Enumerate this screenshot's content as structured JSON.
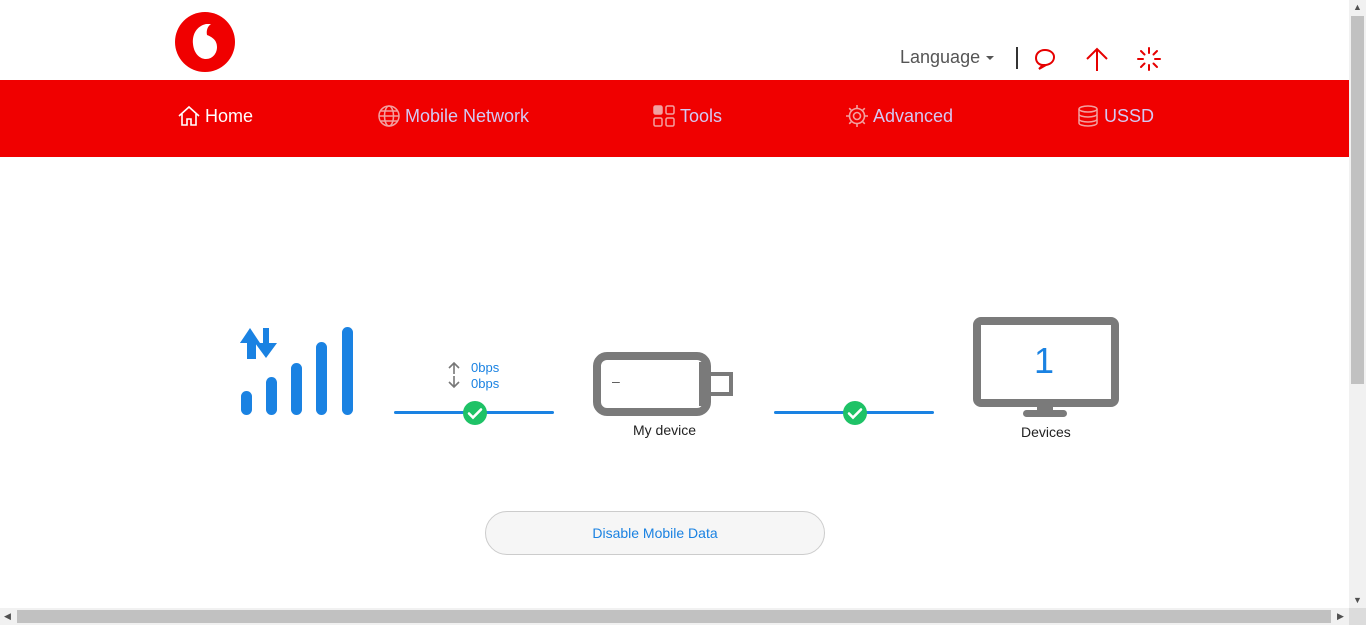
{
  "header": {
    "brand": "vodafone-logo",
    "language_label": "Language",
    "icons": [
      "message-icon",
      "upload-arrow-icon",
      "loading-spinner-icon"
    ]
  },
  "nav": {
    "items": [
      {
        "label": "Home",
        "icon": "home-icon",
        "active": true
      },
      {
        "label": "Mobile Network",
        "icon": "globe-icon"
      },
      {
        "label": "Tools",
        "icon": "grid-icon"
      },
      {
        "label": "Advanced",
        "icon": "gear-icon"
      },
      {
        "label": "USSD",
        "icon": "database-icon"
      }
    ]
  },
  "status": {
    "upload_rate": "0bps",
    "download_rate": "0bps",
    "device_label": "My device",
    "device_battery": "–",
    "devices_count": "1",
    "devices_label": "Devices"
  },
  "actions": {
    "disable_mobile_data": "Disable Mobile Data"
  },
  "colors": {
    "brand_red": "#f00000",
    "accent_blue": "#1a82e2",
    "ok_green": "#1ec266",
    "icon_gray": "#7a7a7a"
  }
}
